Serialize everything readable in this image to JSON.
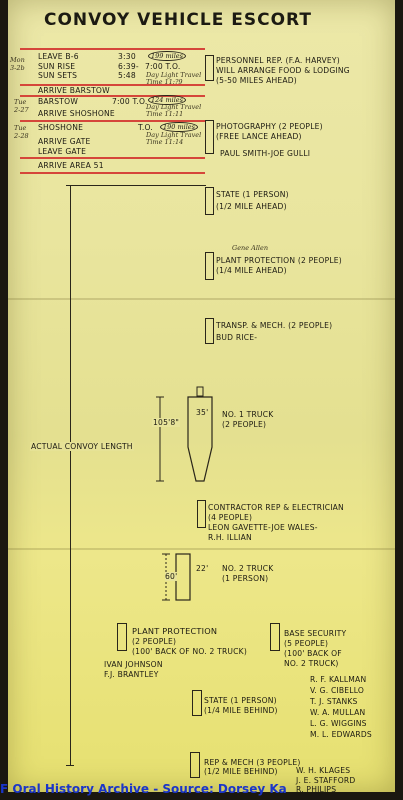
{
  "title": "CONVOY VEHICLE ESCORT",
  "schedule": {
    "margin_notes": [
      "Mon",
      "3-2b",
      "Tue",
      "2-27",
      "Tue",
      "2-28"
    ],
    "rows": [
      {
        "event": "LEAVE B-6",
        "time": "3:30",
        "note": "199 miles"
      },
      {
        "event": "SUN RISE",
        "time": "6:39-",
        "note": "7:00 T.O."
      },
      {
        "event": "SUN SETS",
        "time": "5:48",
        "note": "Day Light Travel Time 11:?9"
      },
      {
        "event": "ARRIVE BARSTOW",
        "time": "",
        "note": ""
      },
      {
        "event": "BARSTOW",
        "time": "7:00 T.O.",
        "note": "124 miles"
      },
      {
        "event": "ARRIVE SHOSHONE",
        "time": "",
        "note": "Day Light Travel Time 11:11"
      },
      {
        "event": "SHOSHONE",
        "time": "T.O.",
        "note": "190 miles"
      },
      {
        "event": "ARRIVE GATE",
        "time": "",
        "note": "Day Light Travel Time 11:14"
      },
      {
        "event": "LEAVE GATE",
        "time": "",
        "note": ""
      },
      {
        "event": "ARRIVE AREA 51",
        "time": "",
        "note": ""
      }
    ]
  },
  "top_notes": {
    "personnel": [
      "PERSONNEL REP. (F.A. HARVEY)",
      "WILL ARRANGE FOOD & LODGING",
      "(5-50 MILES AHEAD)"
    ],
    "photography": [
      "PHOTOGRAPHY (2 PEOPLE)",
      "(FREE LANCE AHEAD)",
      "PAUL SMITH-JOE GULLI"
    ]
  },
  "convoy": {
    "length_label": "ACTUAL CONVOY LENGTH",
    "state_ahead": [
      "STATE (1 PERSON)",
      "(1/2 MILE AHEAD)"
    ],
    "plant_ahead": [
      "PLANT PROTECTION (2 PEOPLE)",
      "(1/4 MILE AHEAD)"
    ],
    "plant_ahead_hand": "Gene Allen",
    "transp": [
      "TRANSP. & MECH. (2 PEOPLE)",
      "BUD RICE-"
    ],
    "truck1": [
      "NO. 1 TRUCK",
      "(2 PEOPLE)"
    ],
    "truck1_width": "35'",
    "truck1_length": "105'8\"",
    "contractor": [
      "CONTRACTOR REP & ELECTRICIAN",
      "(4 PEOPLE)",
      "LEON GAVETTE-JOE WALES-",
      "R.H. ILLIAN"
    ],
    "truck2": [
      "NO. 2 TRUCK",
      "(1 PERSON)"
    ],
    "truck2_width": "22'",
    "truck2_length": "60'",
    "plant_back": [
      "PLANT PROTECTION",
      "(2 PEOPLE)",
      "(100' BACK OF NO. 2 TRUCK)"
    ],
    "plant_back_names": [
      "IVAN JOHNSON",
      "F.J. BRANTLEY"
    ],
    "base_security": [
      "BASE SECURITY",
      "(5 PEOPLE)",
      "(100' BACK OF",
      "NO. 2 TRUCK)"
    ],
    "base_names": [
      "R. F. KALLMAN",
      "V. G. CIBELLO",
      "T. J. STANKS",
      "W. A. MULLAN",
      "L. G. WIGGINS",
      "M. L. EDWARDS"
    ],
    "state_behind": [
      "STATE (1 PERSON)",
      "(1/4 MILE BEHIND)"
    ],
    "rep_mech": [
      "REP & MECH (3 PEOPLE)",
      "(1/2 MILE BEHIND)"
    ],
    "rep_names": [
      "W. H. KLAGES",
      "J. E. STAFFORD",
      "R. PHILIPS"
    ]
  },
  "caption": "F  Oral History Archive - Source: Dorsey Ka"
}
